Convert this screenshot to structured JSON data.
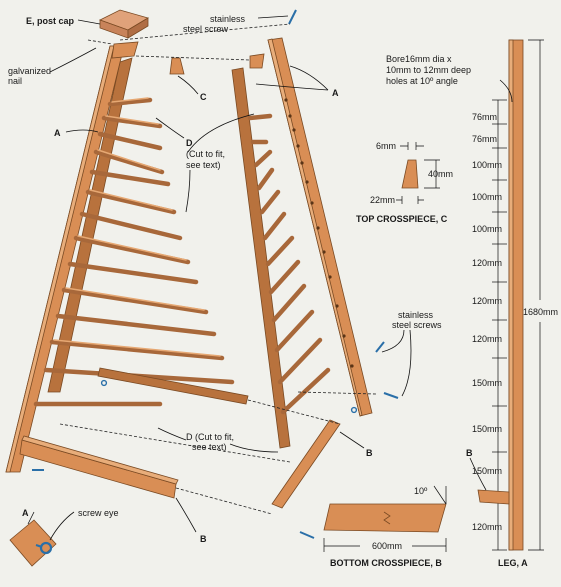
{
  "labels": {
    "post_cap": "E, post cap",
    "screw_top_1": "stainless",
    "screw_top_2": "steel screw",
    "nail_1": "galvanized",
    "nail_2": "nail",
    "a_left": "A",
    "a_right": "A",
    "c_label": "C",
    "d_top_1": "D",
    "d_top_2": "(Cut to fit,",
    "d_top_3": "see text)",
    "d_bottom_1": "D (Cut to fit,",
    "d_bottom_2": "see text)",
    "screws_mid_1": "stainless",
    "screws_mid_2": "steel screws",
    "b_right": "B",
    "b_bottom": "B",
    "b_leg": "B",
    "a_eye": "A",
    "screw_eye": "screw eye",
    "bore_1": "Bore16mm dia x",
    "bore_2": "10mm to 12mm deep",
    "bore_3": "holes at 10º angle"
  },
  "top_crosspiece": {
    "title": "TOP CROSSPIECE, C",
    "top_width": "6mm",
    "height": "40mm",
    "bottom_width": "22mm"
  },
  "bottom_crosspiece": {
    "title": "BOTTOM CROSSPIECE, B",
    "angle": "10º",
    "length": "600mm"
  },
  "leg": {
    "title": "LEG, A",
    "total": "1680mm",
    "spacings": [
      "76mm",
      "76mm",
      "100mm",
      "100mm",
      "100mm",
      "120mm",
      "120mm",
      "120mm",
      "150mm",
      "150mm",
      "150mm",
      "120mm"
    ]
  },
  "colors": {
    "background": "#f1f1ec",
    "wood": "#d98e55",
    "wood_dark": "#b8723d",
    "dowel": "#a8683a",
    "screw": "#2a6fa8"
  }
}
